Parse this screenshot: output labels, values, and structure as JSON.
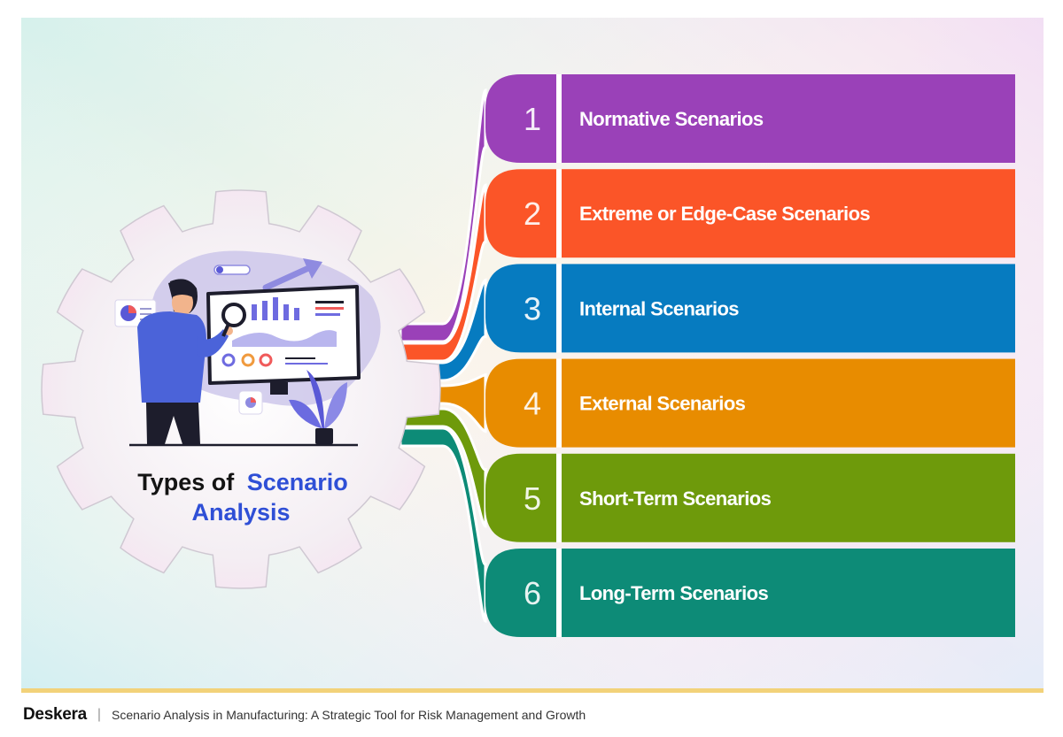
{
  "title": {
    "line1_dark": "Types of",
    "line1_accent": "Scenario",
    "line2_accent": "Analysis"
  },
  "colors": {
    "title_dark": "#141414",
    "title_accent": "#2f4fd6",
    "footer_rule": "#f2d27a"
  },
  "scenarios": [
    {
      "number": "1",
      "label": "Normative Scenarios",
      "color": "#9a41b8"
    },
    {
      "number": "2",
      "label": "Extreme or Edge-Case Scenarios",
      "color": "#fb5528"
    },
    {
      "number": "3",
      "label": "Internal Scenarios",
      "color": "#067bc0"
    },
    {
      "number": "4",
      "label": "External Scenarios",
      "color": "#e88c00"
    },
    {
      "number": "5",
      "label": "Short-Term Scenarios",
      "color": "#6e9a0b"
    },
    {
      "number": "6",
      "label": "Long-Term Scenarios",
      "color": "#0d8b77"
    }
  ],
  "footer": {
    "brand": "Deskera",
    "separator": "|",
    "caption": "Scenario Analysis in Manufacturing: A Strategic Tool for Risk Management and Growth"
  }
}
